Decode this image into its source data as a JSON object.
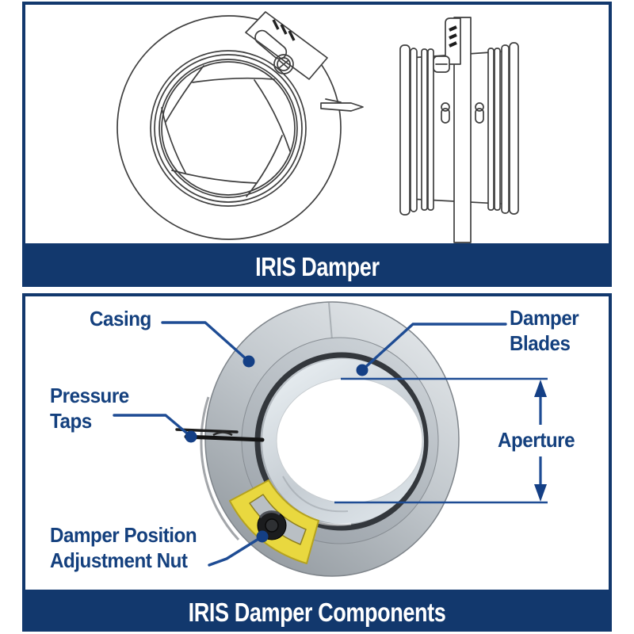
{
  "captions": {
    "top": "IRIS Damper",
    "bottom": "IRIS Damper Components"
  },
  "labels": {
    "casing": "Casing",
    "damper_blades": "Damper Blades",
    "pressure_taps": "Pressure Taps",
    "adjustment_nut": "Damper Position Adjustment Nut",
    "aperture": "Aperture"
  },
  "colors": {
    "navy_bar": "#12386d",
    "label_text": "#14407e",
    "leader_line": "#1e4c94",
    "leader_dot": "#143f85",
    "line_art": "#3f3f3f",
    "bracket_yellow": "#e9d83f",
    "bracket_edge": "#b5a21f",
    "metal_light": "#dfe3e6",
    "metal_dark": "#979da3"
  }
}
